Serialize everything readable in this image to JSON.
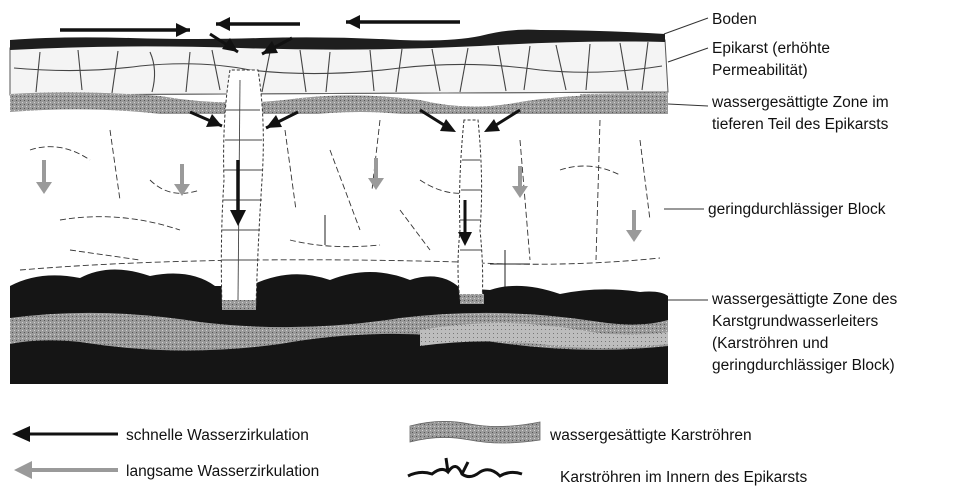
{
  "labels": {
    "boden": "Boden",
    "epikarst_1": "Epikarst (erhöhte",
    "epikarst_2": "Permeabilität)",
    "sat_epi_1": "wassergesättigte Zone im",
    "sat_epi_2": "tieferen Teil des Epikarsts",
    "block": "geringdurchlässiger Block",
    "sat_aq_1": "wassergesättigte Zone des",
    "sat_aq_2": "Karstgrundwasserleiters",
    "sat_aq_3": "(Karströhren und",
    "sat_aq_4": "geringdurchlässiger Block)"
  },
  "legend": {
    "fast": "schnelle Wasserzirkulation",
    "slow": "langsame Wasserzirkulation",
    "saturated_conduits": "wassergesättigte Karströhren",
    "epikarst_conduits": "Karströhren im Innern des Epikarsts"
  },
  "colors": {
    "fast_arrow": "#111111",
    "slow_arrow": "#9a9a9a",
    "soil": "#222222",
    "saturated_zone": "#8c8c8c",
    "aquifer": "#1a1a1a"
  }
}
